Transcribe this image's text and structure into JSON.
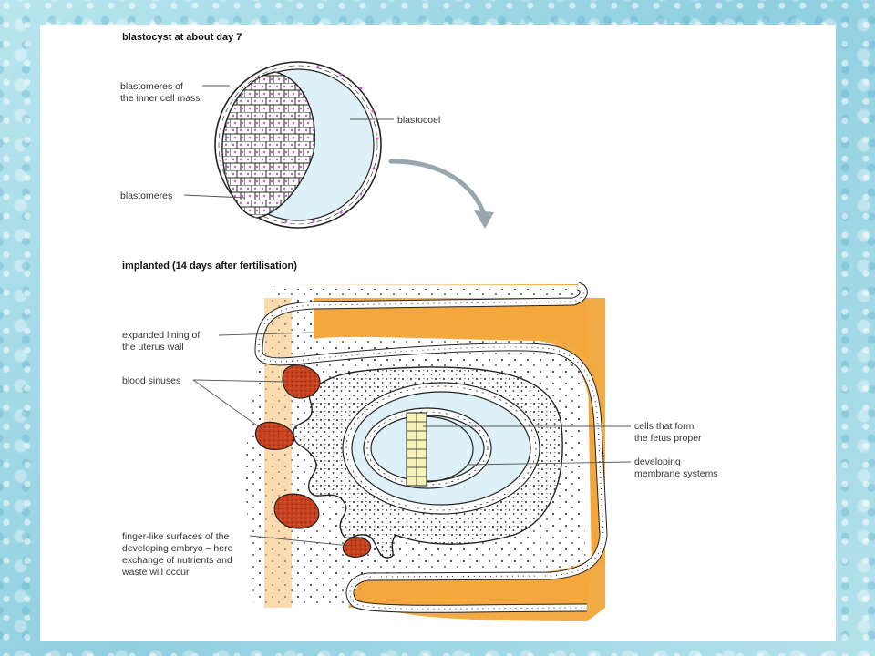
{
  "headings": {
    "blastocyst": "blastocyst at about day 7",
    "implanted": "implanted (14 days after fertilisation)"
  },
  "labels": {
    "inner_cell_mass_1": "blastomeres of",
    "inner_cell_mass_2": "the inner cell mass",
    "blastocoel": "blastocoel",
    "blastomeres": "blastomeres",
    "uterus_lining_1": "expanded lining of",
    "uterus_lining_2": "the uterus wall",
    "blood_sinuses": "blood sinuses",
    "fetus_cells_1": "cells that form",
    "fetus_cells_2": "the fetus proper",
    "membranes_1": "developing",
    "membranes_2": "membrane systems",
    "finger_1": "finger-like surfaces of the",
    "finger_2": "developing embryo – here",
    "finger_3": "exchange of nutrients and",
    "finger_4": "waste will occur"
  },
  "colors": {
    "uterus_orange": "#f2a63c",
    "sinus_red": "#c8411f",
    "blastocoel_blue": "#dff1f8",
    "nucleus_pink": "#c060c8",
    "arrow_gray": "#9aa6ae"
  }
}
